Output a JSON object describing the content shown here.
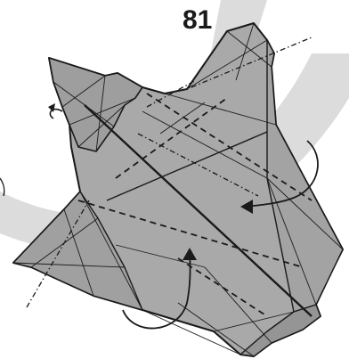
{
  "step": {
    "number": "81"
  },
  "colors": {
    "paper_fill": "#a9a9a9",
    "paper_dark": "#8f8f8f",
    "band": "#dcdcdc",
    "ink": "#1a1a1a"
  },
  "symbols": {
    "mountain_fold_line": "dash-dot-line",
    "valley_fold_line": "dashed-line",
    "fold_direction": "curved-arrow-icon"
  }
}
